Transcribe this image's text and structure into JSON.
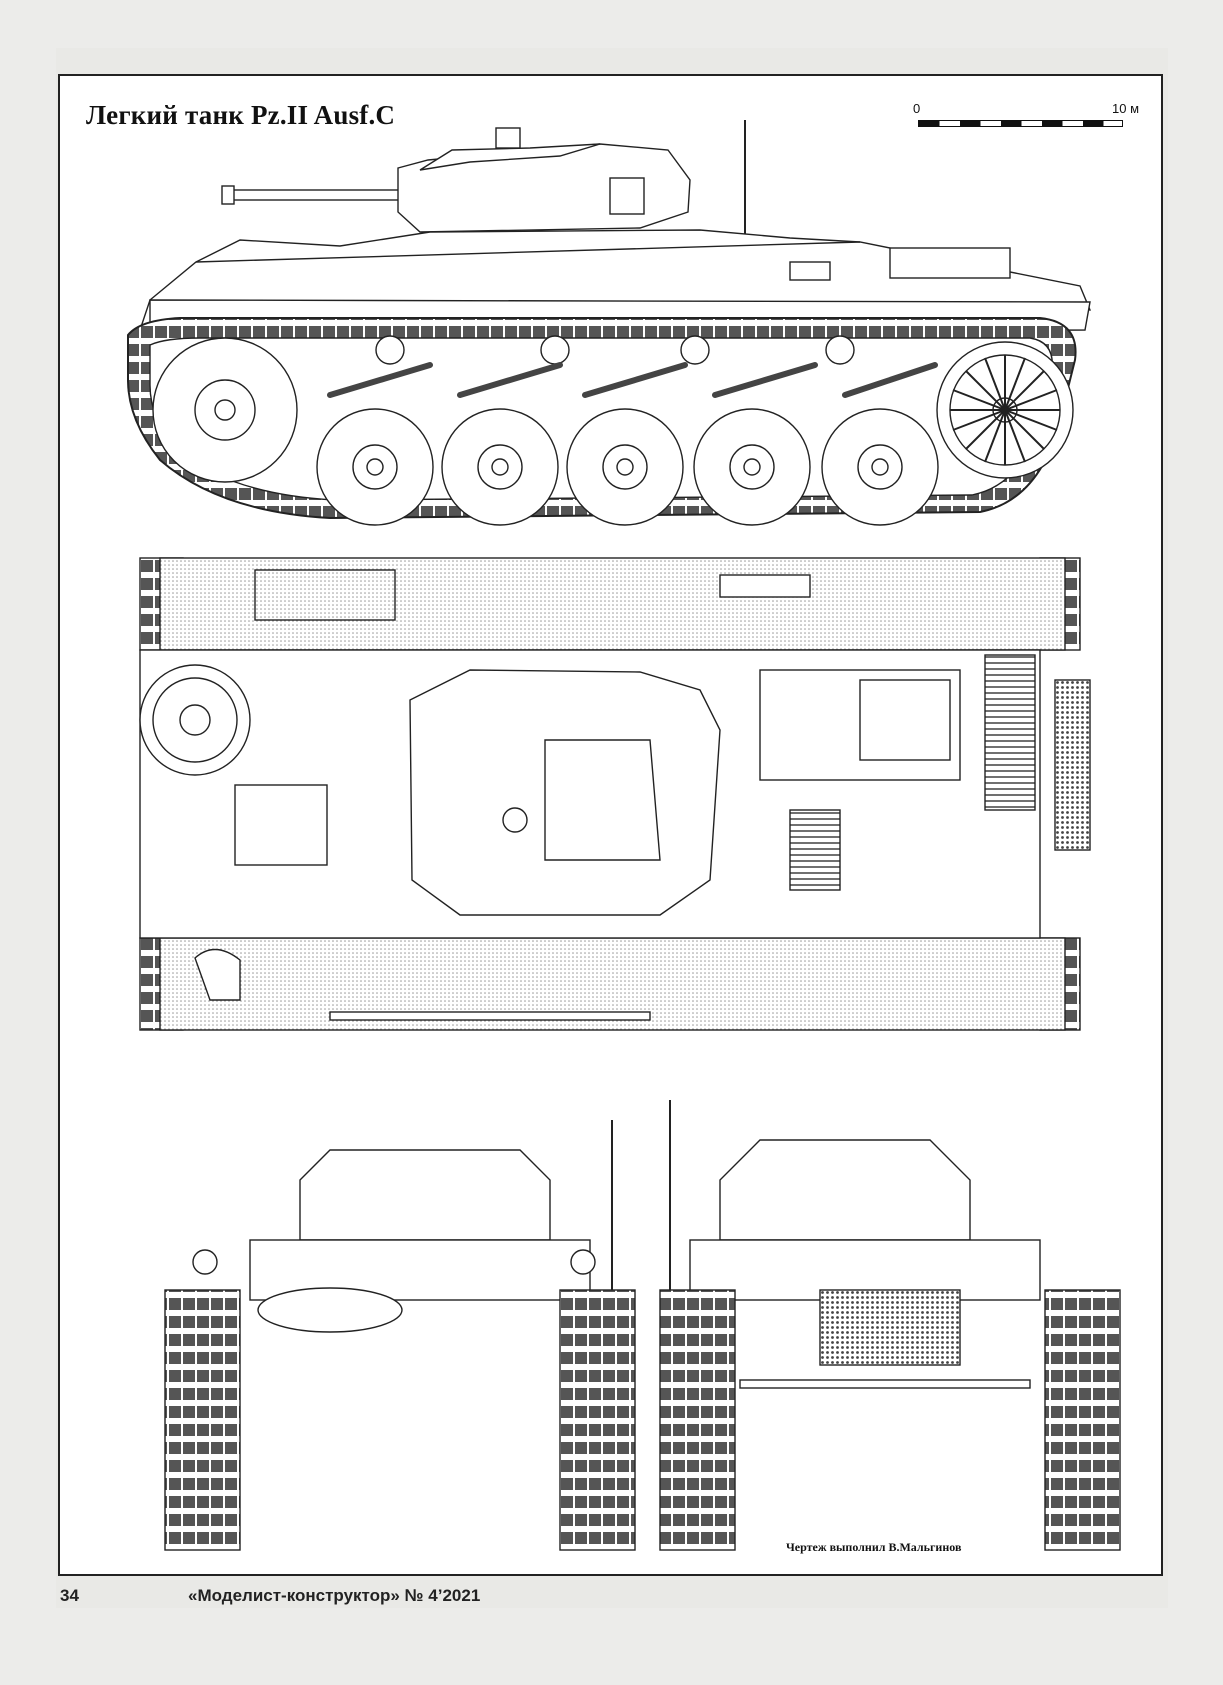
{
  "title": "Легкий танк Pz.II Ausf.C",
  "scale": {
    "start_label": "0",
    "end_label": "10 м"
  },
  "credit": "Чертеж выполнил В.Мальгинов",
  "footer": {
    "page_number": "34",
    "magazine": "«Моделист-конструктор» № 4’2021"
  },
  "views": [
    "side-view",
    "top-view",
    "front-view",
    "rear-view"
  ],
  "colors": {
    "line": "#222222",
    "fill": "#ffffff",
    "hatch": "#cfcfcf"
  }
}
